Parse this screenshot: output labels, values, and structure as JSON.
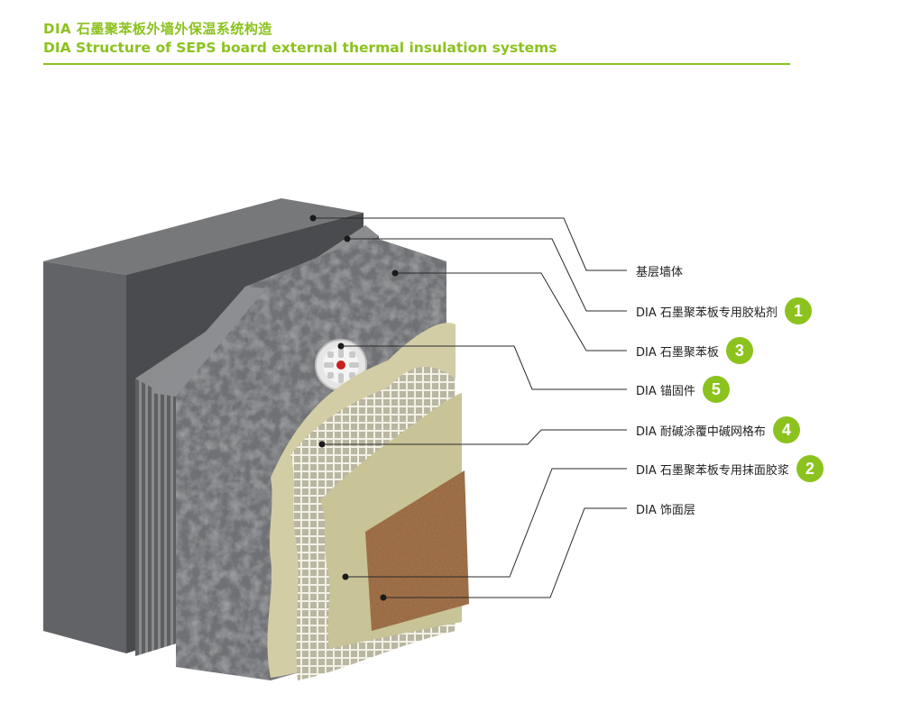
{
  "header": {
    "title_cn": "DIA 石墨聚苯板外墙外保温系统构造",
    "title_en": "DIA Structure of SEPS board external thermal insulation systems"
  },
  "layers": [
    {
      "label": "基层墙体",
      "badge": ""
    },
    {
      "label": "DIA 石墨聚苯板专用胶粘剂",
      "badge": "1"
    },
    {
      "label": "DIA 石墨聚苯板",
      "badge": "3"
    },
    {
      "label": "DIA 锚固件",
      "badge": "5"
    },
    {
      "label": "DIA 耐碱涂覆中碱网格布",
      "badge": "4"
    },
    {
      "label": "DIA 石墨聚苯板专用抹面胶浆",
      "badge": "2"
    },
    {
      "label": "DIA 饰面层",
      "badge": ""
    }
  ],
  "colors": {
    "accent": "#8cc21e",
    "wall": "#56575a",
    "adhesive": "#6c6c6e",
    "board": "#77797b",
    "mortar": "#cfcaa0",
    "finish": "#9b6a42"
  }
}
